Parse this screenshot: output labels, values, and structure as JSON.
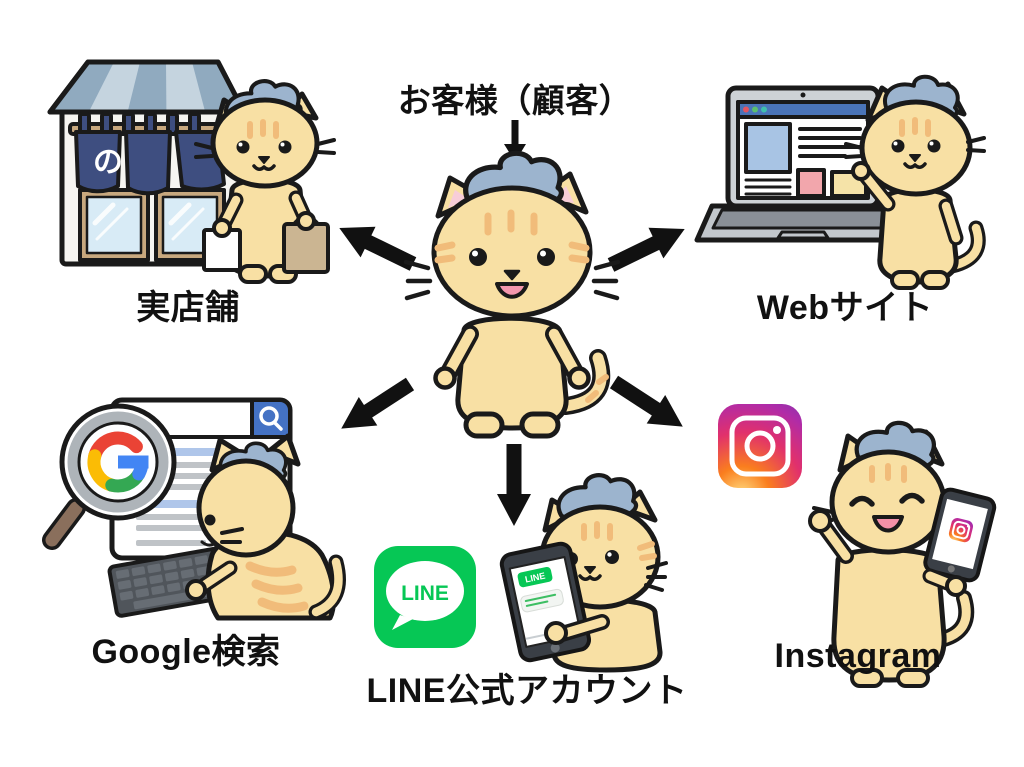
{
  "diagram": {
    "title": "お客様（顧客）",
    "channels": [
      {
        "id": "store",
        "label": "実店舗"
      },
      {
        "id": "website",
        "label": "Webサイト"
      },
      {
        "id": "google",
        "label": "Google検索"
      },
      {
        "id": "line",
        "label": "LINE公式アカウント"
      },
      {
        "id": "instagram",
        "label": "Instagram"
      }
    ]
  },
  "texts": {
    "noren_character": "の",
    "line_icon_label": "LINE",
    "line_phone_label": "LINE"
  },
  "icons": {
    "line": "line-app-icon",
    "instagram": "instagram-app-icon",
    "google": "google-g-logo",
    "search": "magnifier-icon"
  },
  "colors": {
    "arrow": "#111111",
    "cat_body": "#F8E0A4",
    "cat_stripe": "#F1BC7A",
    "beret": "#9CB4CE",
    "line_green": "#06C755",
    "search_button_blue": "#4472C4",
    "browser_header_blue": "#4A74B8",
    "noren_navy": "#3E4E80",
    "awning_light": "#C5D4DF",
    "awning_dark": "#90AABF",
    "google_blue": "#4285F4",
    "google_red": "#EA4335",
    "google_yellow": "#FBBC05",
    "google_green": "#34A853",
    "instagram_gradient": [
      "#FFDC80",
      "#FA7E1E",
      "#E1306C",
      "#8134AF"
    ]
  }
}
